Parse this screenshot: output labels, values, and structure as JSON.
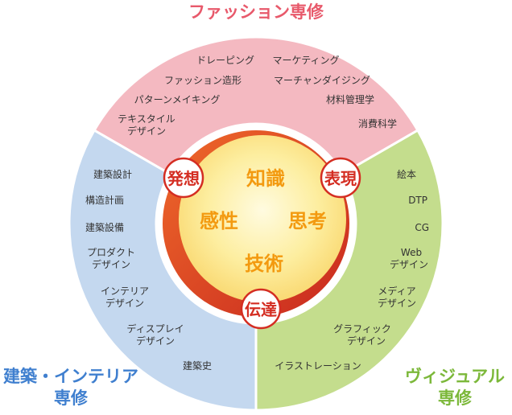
{
  "colors": {
    "fashion_fill": "#f4b9c1",
    "fashion_text": "#e8596b",
    "visual_fill": "#c4dd8d",
    "visual_text": "#7cb83a",
    "arch_fill": "#c4d8ef",
    "arch_text": "#3f7fcf",
    "ring_red": "#e23a27",
    "core_yellow": "#fdeea0",
    "core_orange": "#f39a10",
    "badge_red": "#d42d22"
  },
  "fashion": {
    "title": "ファッション専修",
    "items": [
      "ドレーピング",
      "マーケティング",
      "ファッション造形",
      "マーチャンダイジング",
      "パターンメイキング",
      "材料管理学",
      "テキスタイル",
      "デザイン",
      "消費科学"
    ]
  },
  "visual": {
    "title_line1": "ヴィジュアル",
    "title_line2": "専修",
    "items": [
      "絵本",
      "DTP",
      "CG",
      "Web",
      "デザイン",
      "メディア",
      "デザイン",
      "グラフィック",
      "デザイン",
      "イラストレーション"
    ]
  },
  "architecture": {
    "title_line1": "建築・インテリア",
    "title_line2": "専修",
    "items": [
      "建築設計",
      "構造計画",
      "建築設備",
      "プロダクト",
      "デザイン",
      "インテリア",
      "デザイン",
      "ディスプレイ",
      "デザイン",
      "建築史"
    ]
  },
  "core": {
    "words": [
      "知識",
      "感性",
      "思考",
      "技術"
    ],
    "badges": [
      "発想",
      "表現",
      "伝達"
    ]
  }
}
